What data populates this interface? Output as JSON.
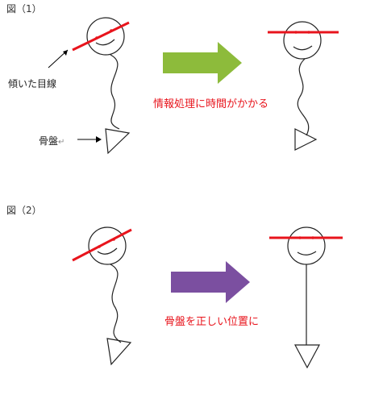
{
  "figure1": {
    "label": "図（1）",
    "annotation_gaze": "傾いた目線",
    "annotation_pelvis": "骨盤",
    "annotation_pelvis_mark": "↵",
    "caption": "情報処理に時間がかかる"
  },
  "figure2": {
    "label": "図（2）",
    "caption": "骨盤を正しい位置に"
  },
  "colors": {
    "gaze_line": "#e8141c",
    "arrow1": "#8dbb3b",
    "arrow2": "#7b4fa0",
    "caption": "#e8141c",
    "figure_stroke": "#222222"
  }
}
